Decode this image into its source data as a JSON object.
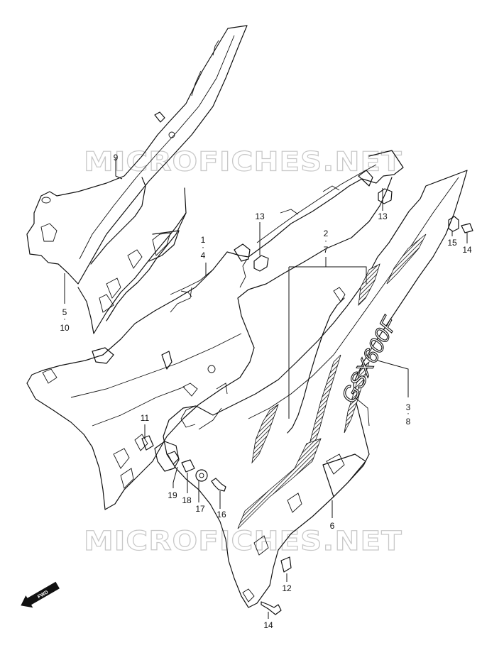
{
  "watermark": {
    "top": "MICROFICHES.NET",
    "bottom": "MICROFICHES.NET"
  },
  "fwd_badge": "FWD",
  "callouts": {
    "c1": "1",
    "c4": "4",
    "c2": "2",
    "c7": "7",
    "c3": "3",
    "c8": "8",
    "c5": "5",
    "c10": "10",
    "c9": "9",
    "c6": "6",
    "c11": "11",
    "c12": "12",
    "c13a": "13",
    "c13b": "13",
    "c14a": "14",
    "c14b": "14",
    "c15": "15",
    "c16": "16",
    "c17": "17",
    "c18": "18",
    "c19": "19"
  },
  "decal_text": "GSX600F"
}
